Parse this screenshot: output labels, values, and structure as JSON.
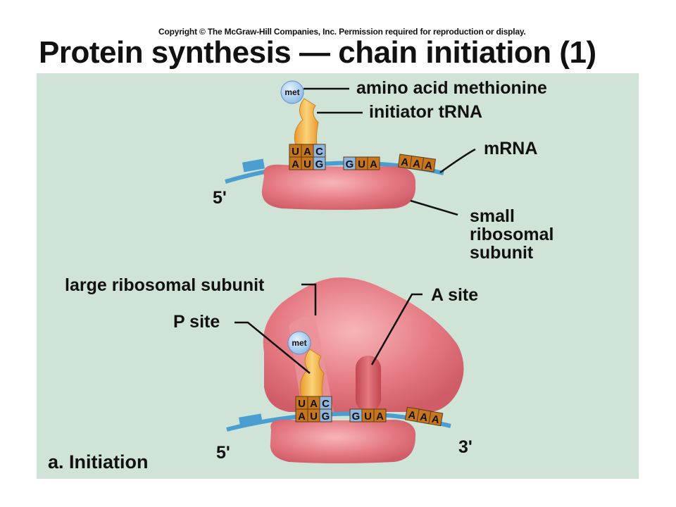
{
  "header": {
    "copyright": "Copyright © The McGraw-Hill Companies, Inc. Permission required for reproduction or display.",
    "title": "Protein synthesis — chain initiation (1)"
  },
  "labels": {
    "amino_acid": "amino acid methionine",
    "initiator_trna": "initiator tRNA",
    "mrna": "mRNA",
    "five_prime_top": "5'",
    "small_subunit_line1": "small",
    "small_subunit_line2": "ribosomal",
    "small_subunit_line3": "subunit",
    "large_subunit": "large ribosomal subunit",
    "p_site": "P site",
    "a_site": "A site",
    "five_prime_bottom": "5'",
    "three_prime_bottom": "3'",
    "panel_caption": "a. Initiation"
  },
  "molecules": {
    "met_top": "met",
    "met_bottom": "met",
    "anticodon_top": [
      "U",
      "A",
      "C"
    ],
    "codon_top": [
      "A",
      "U",
      "G"
    ],
    "codon2_top": [
      "G",
      "U",
      "A"
    ],
    "codon3_top": [
      "A",
      "A",
      "A"
    ],
    "anticodon_bottom": [
      "U",
      "A",
      "C"
    ],
    "codon_bottom": [
      "A",
      "U",
      "G"
    ],
    "codon2_bottom": [
      "G",
      "U",
      "A"
    ],
    "codon3_bottom": [
      "A",
      "A",
      "A"
    ]
  },
  "colors": {
    "panel_bg": "#cfe3d6",
    "ribosome": "#e0707a",
    "ribosome_light": "#f2a6ab",
    "trna": "#f2b24a",
    "met": "#a8cdf0",
    "mrna": "#4a9fd0",
    "base_orange": "#c8761e",
    "base_blue": "#8fb6e0"
  }
}
